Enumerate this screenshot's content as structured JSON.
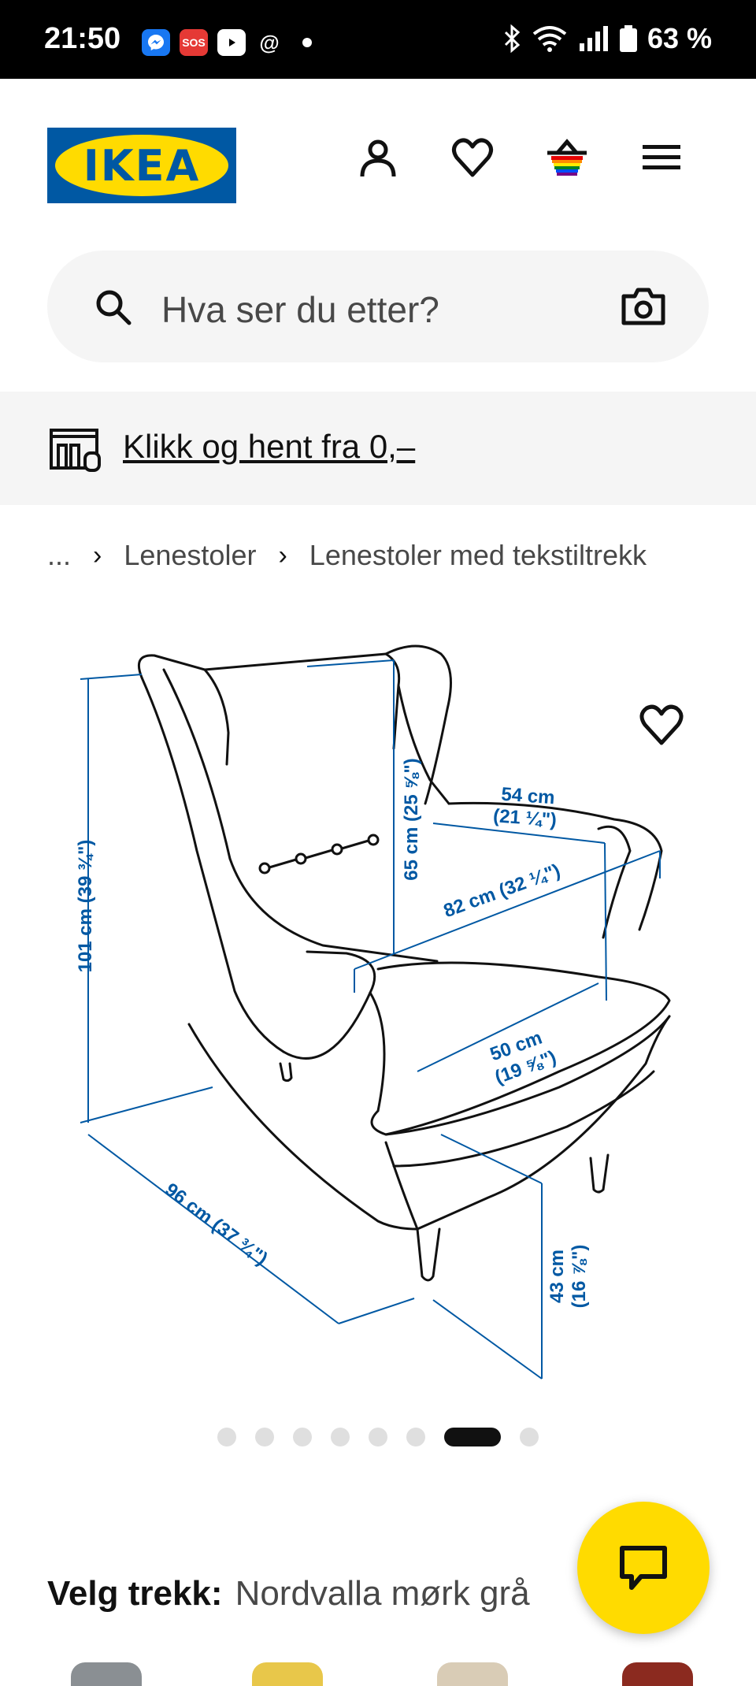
{
  "status_bar": {
    "time": "21:50",
    "battery": "63 %",
    "sos_label": "SOS"
  },
  "brand": {
    "name": "IKEA",
    "primary": "#0058a3",
    "accent": "#ffdb00"
  },
  "header_icons": [
    "user-icon",
    "heart-icon",
    "basket-icon",
    "menu-icon"
  ],
  "search": {
    "placeholder": "Hva ser du etter?"
  },
  "banner": {
    "text": "Klikk og hent fra 0,–"
  },
  "breadcrumb": {
    "ellipsis": "...",
    "items": [
      "Lenestoler",
      "Lenestoler med tekstiltrekk"
    ]
  },
  "dimensions": {
    "height_total": "101 cm (39 ¾\")",
    "backrest_height": "65 cm (25 ⅝\")",
    "seat_width": "54 cm",
    "seat_width_in": "(21 ¼\")",
    "width_total": "82 cm (32 ¼\")",
    "seat_depth": "50 cm",
    "seat_depth_in": "(19 ⅝\")",
    "depth_total": "96 cm (37 ¾\")",
    "seat_height": "43 cm",
    "seat_height_in": "(16 ⅞\")"
  },
  "carousel": {
    "count": 8,
    "active_index": 6
  },
  "variant": {
    "label": "Velg trekk:",
    "value": "Nordvalla mørk grå"
  }
}
